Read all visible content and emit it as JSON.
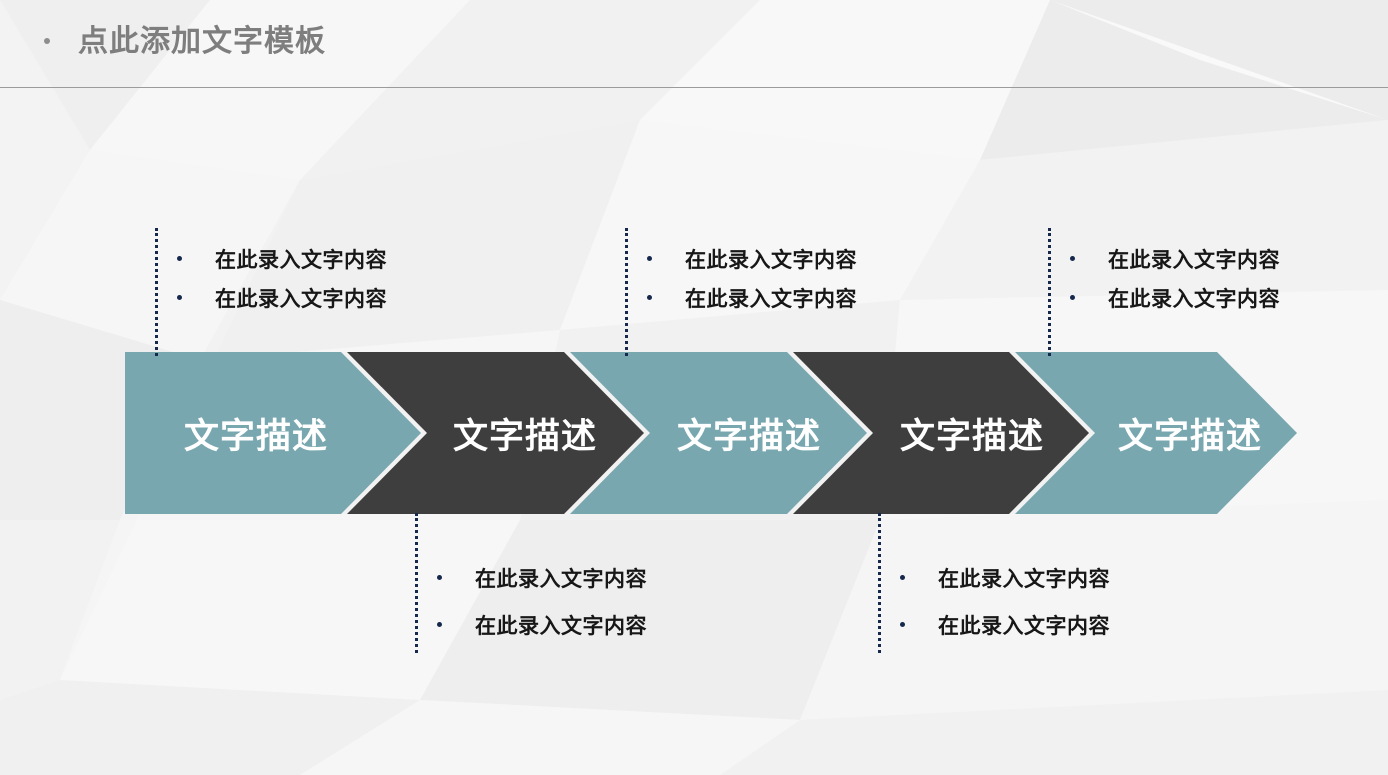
{
  "header": {
    "bullet": "•",
    "title": "点此添加文字模板"
  },
  "colors": {
    "teal": "#78a7b0",
    "dark": "#3e3e3e",
    "gap": "#f2f2f2",
    "dot_navy": "#16294d",
    "title_gray": "#7e7e7e",
    "body_text": "#171717",
    "background": "#f4f4f4"
  },
  "process": {
    "steps": [
      {
        "label": "文字描述",
        "style": "teal"
      },
      {
        "label": "文字描述",
        "style": "dark"
      },
      {
        "label": "文字描述",
        "style": "teal"
      },
      {
        "label": "文字描述",
        "style": "dark"
      },
      {
        "label": "文字描述",
        "style": "teal"
      }
    ]
  },
  "callouts": {
    "top": [
      {
        "items": [
          "在此录入文字内容",
          "在此录入文字内容"
        ]
      },
      {
        "items": [
          "在此录入文字内容",
          "在此录入文字内容"
        ]
      },
      {
        "items": [
          "在此录入文字内容",
          "在此录入文字内容"
        ]
      }
    ],
    "bottom": [
      {
        "items": [
          "在此录入文字内容",
          "在此录入文字内容"
        ]
      },
      {
        "items": [
          "在此录入文字内容",
          "在此录入文字内容"
        ]
      }
    ]
  }
}
